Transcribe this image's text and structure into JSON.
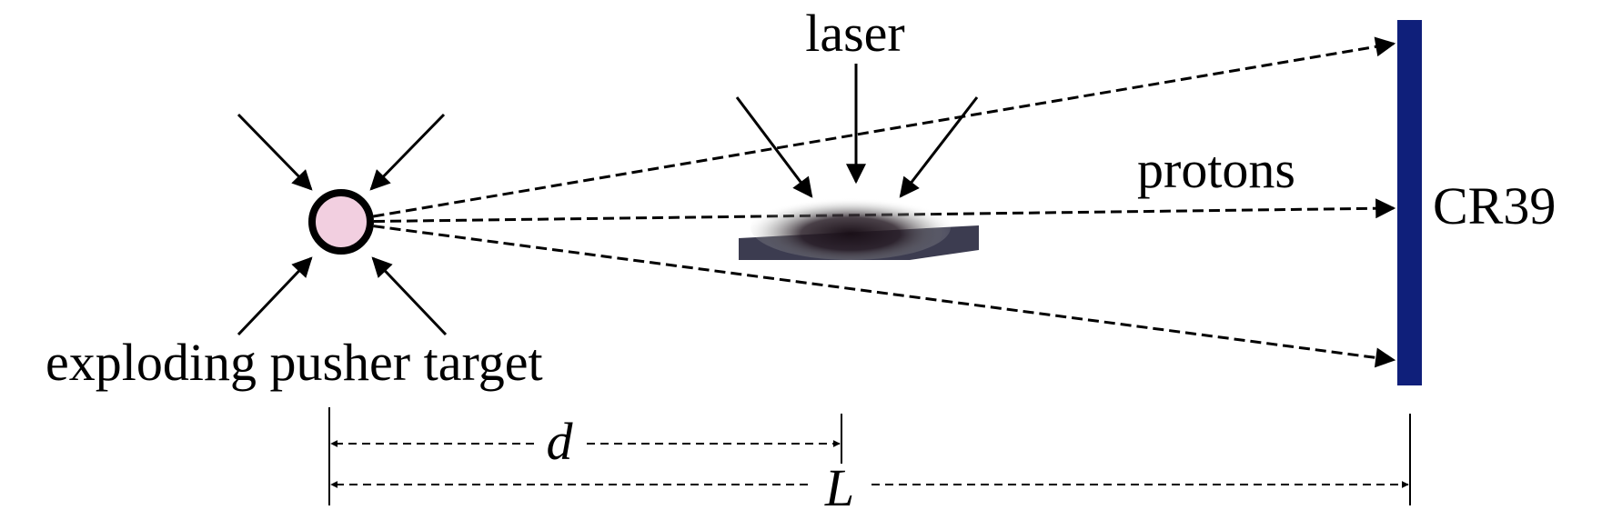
{
  "labels": {
    "laser": "laser",
    "protons": "protons",
    "detector": "CR39",
    "target": "exploding pusher target",
    "distance_d": "d",
    "distance_L": "L"
  },
  "colors": {
    "detector": "#0f1f7a",
    "target_fill": "#f2cfe0",
    "ink": "#000000",
    "foil": "#3c3c50"
  }
}
